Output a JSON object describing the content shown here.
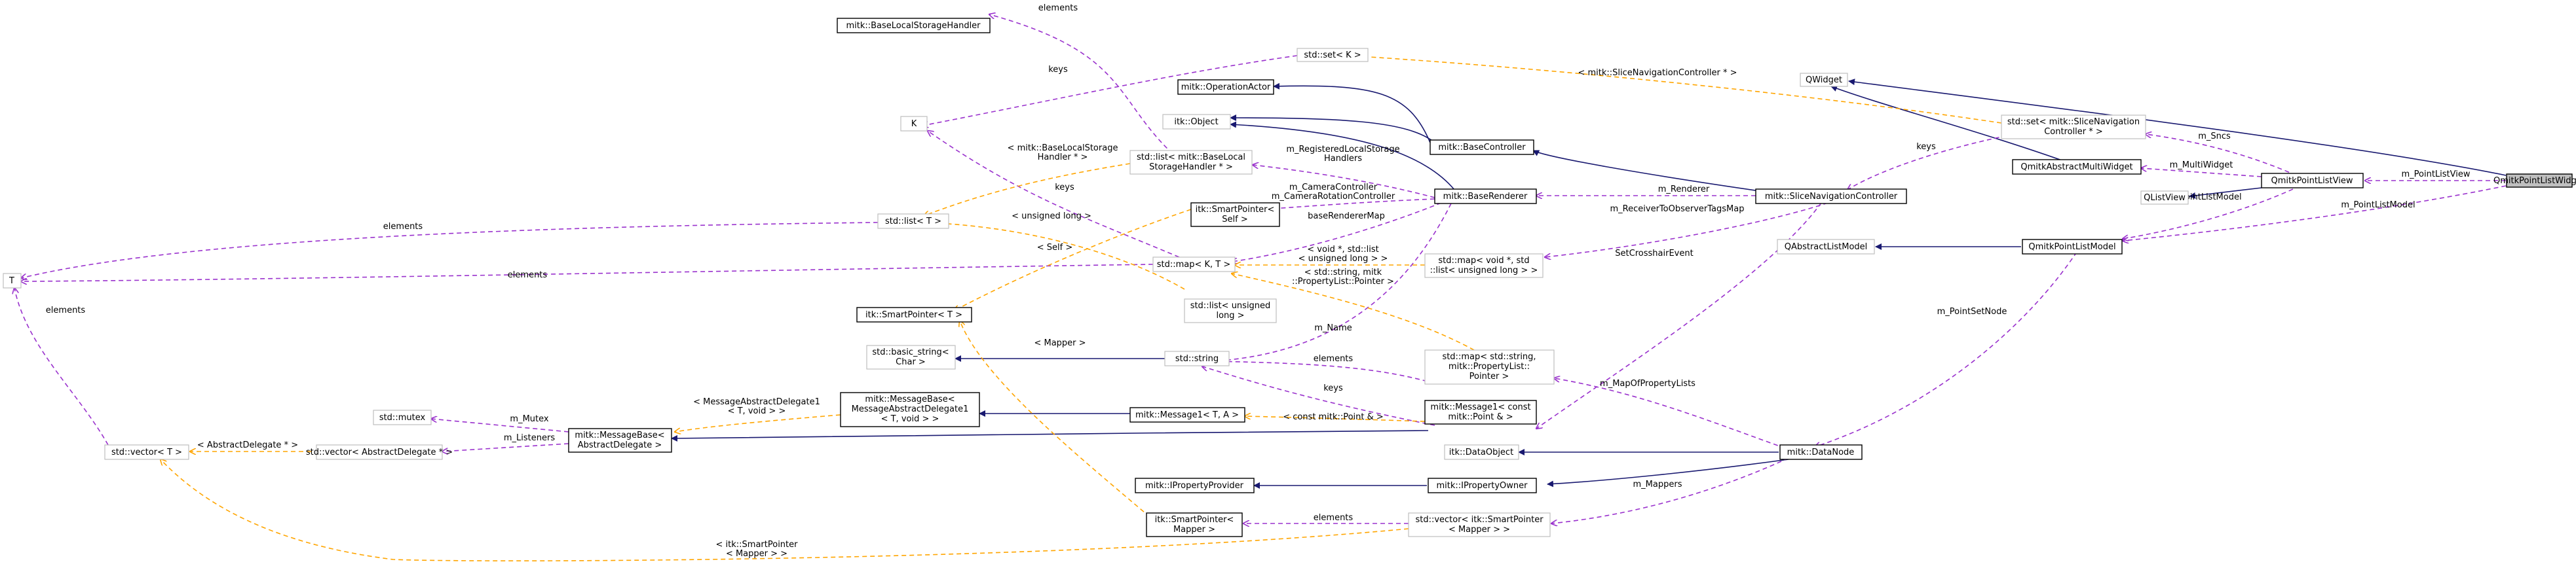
{
  "nodes": {
    "qmitk_point_list_widget": [
      "QmitkPointListWidget"
    ],
    "qwidget": [
      "QWidget"
    ],
    "qmitk_point_list_view": [
      "QmitkPointListView"
    ],
    "qmitk_abstract_multi_widget": [
      "QmitkAbstractMultiWidget"
    ],
    "qlist_view": [
      "QListView"
    ],
    "qmitk_point_list_model": [
      "QmitkPointListModel"
    ],
    "qabstract_list_model": [
      "QAbstractListModel"
    ],
    "slice_navigation_controller": [
      "mitk::SliceNavigationController"
    ],
    "set_slice_nav": [
      "std::set< mitk::SliceNavigation",
      "Controller * >"
    ],
    "base_controller": [
      "mitk::BaseController"
    ],
    "operation_actor": [
      "mitk::OperationActor"
    ],
    "itk_object": [
      "itk::Object"
    ],
    "base_renderer": [
      "mitk::BaseRenderer"
    ],
    "set_k": [
      "std::set< K >"
    ],
    "base_local_storage_handler": [
      "mitk::BaseLocalStorageHandler"
    ],
    "k": [
      "K"
    ],
    "list_base_local": [
      "std::list< mitk::BaseLocal",
      "StorageHandler * >"
    ],
    "list_t": [
      "std::list< T >"
    ],
    "t": [
      "T"
    ],
    "smart_pointer_self": [
      "itk::SmartPointer<",
      "Self >"
    ],
    "map_k_t": [
      "std::map< K, T >"
    ],
    "map_void_list": [
      "std::map< void *, std",
      "::list< unsigned long > >"
    ],
    "list_unsigned_long": [
      "std::list< unsigned",
      "long >"
    ],
    "smart_pointer_t": [
      "itk::SmartPointer< T >"
    ],
    "basic_string": [
      "std::basic_string<",
      "Char >"
    ],
    "std_string": [
      "std::string"
    ],
    "map_string_pointer": [
      "std::map< std::string,",
      "mitk::PropertyList::",
      "Pointer >"
    ],
    "message_base_delegate1": [
      "mitk::MessageBase<",
      "MessageAbstractDelegate1",
      "< T, void > >"
    ],
    "message1_ta": [
      "mitk::Message1< T, A >"
    ],
    "message1_point": [
      "mitk::Message1< const",
      "mitk::Point & >"
    ],
    "std_mutex": [
      "std::mutex"
    ],
    "message_base_abstract": [
      "mitk::MessageBase<",
      "AbstractDelegate >"
    ],
    "vector_abstract_delegate": [
      "std::vector< AbstractDelegate * >"
    ],
    "vector_t": [
      "std::vector< T >"
    ],
    "data_object": [
      "itk::DataObject"
    ],
    "data_node": [
      "mitk::DataNode"
    ],
    "iproperty_provider": [
      "mitk::IPropertyProvider"
    ],
    "iproperty_owner": [
      "mitk::IPropertyOwner"
    ],
    "smart_pointer_mapper": [
      "itk::SmartPointer<",
      "Mapper >"
    ],
    "vector_smart_pointer_mapper": [
      "std::vector< itk::SmartPointer",
      "< Mapper > >"
    ]
  },
  "edges": {
    "m_point_list_view": [
      "m_PointListView"
    ],
    "m_point_list_model_widget": [
      "m_PointListModel"
    ],
    "m_snc": [
      "m_Sncs"
    ],
    "m_multi_widget": [
      "m_MultiWidget"
    ],
    "m_point_list_model_view": [
      "m_PointListModel"
    ],
    "keys_snc": [
      "keys"
    ],
    "slice_nav_controller_tmpl": [
      "< mitk::SliceNavigationController * >"
    ],
    "m_renderer": [
      "m_Renderer"
    ],
    "m_receiver_to_observer": [
      "m_ReceiverToObserverTagsMap"
    ],
    "set_crosshair_event": [
      "SetCrosshairEvent"
    ],
    "m_point_set_node": [
      "m_PointSetNode"
    ],
    "m_registered_local": [
      "m_RegisteredLocalStorage",
      "Handlers"
    ],
    "m_camera": [
      "m_CameraController",
      "m_CameraRotationController"
    ],
    "base_renderer_map": [
      "baseRendererMap"
    ],
    "m_name": [
      "m_Name"
    ],
    "elements_top": [
      "elements"
    ],
    "keys_top": [
      "keys"
    ],
    "base_local_tmpl": [
      "< mitk::BaseLocalStorage",
      "Handler * >"
    ],
    "keys_k": [
      "keys"
    ],
    "unsigned_long_tmpl": [
      "< unsigned long >"
    ],
    "self_tmpl": [
      "< Self >"
    ],
    "void_list_tmpl": [
      "< void *, std::list",
      "< unsigned long > >"
    ],
    "string_pointer_tmpl": [
      "< std::string, mitk",
      "::PropertyList::Pointer >"
    ],
    "elements_list_t": [
      "elements"
    ],
    "elements_map": [
      "elements"
    ],
    "elements_vector": [
      "elements"
    ],
    "elements_string": [
      "elements"
    ],
    "keys_string": [
      "keys"
    ],
    "mapper_tmpl": [
      "< Mapper >"
    ],
    "m_map_of_property_lists": [
      "m_MapOfPropertyLists"
    ],
    "message_abstract_tmpl": [
      "< MessageAbstractDelegate1",
      "< T, void > >"
    ],
    "const_point_tmpl": [
      "< const mitk::Point & >"
    ],
    "m_mutex": [
      "m_Mutex"
    ],
    "m_listeners": [
      "m_Listeners"
    ],
    "abstract_delegate_tmpl": [
      "< AbstractDelegate * >"
    ],
    "m_mappers": [
      "m_Mappers"
    ],
    "elements_mapper": [
      "elements"
    ],
    "smart_pointer_mapper_tmpl": [
      "< itk::SmartPointer",
      "< Mapper > >"
    ]
  },
  "colors": {
    "inheritance": "#191970",
    "usage": "#9a32cd",
    "template": "#ffa500",
    "focus_fill": "#bfbfbf"
  }
}
